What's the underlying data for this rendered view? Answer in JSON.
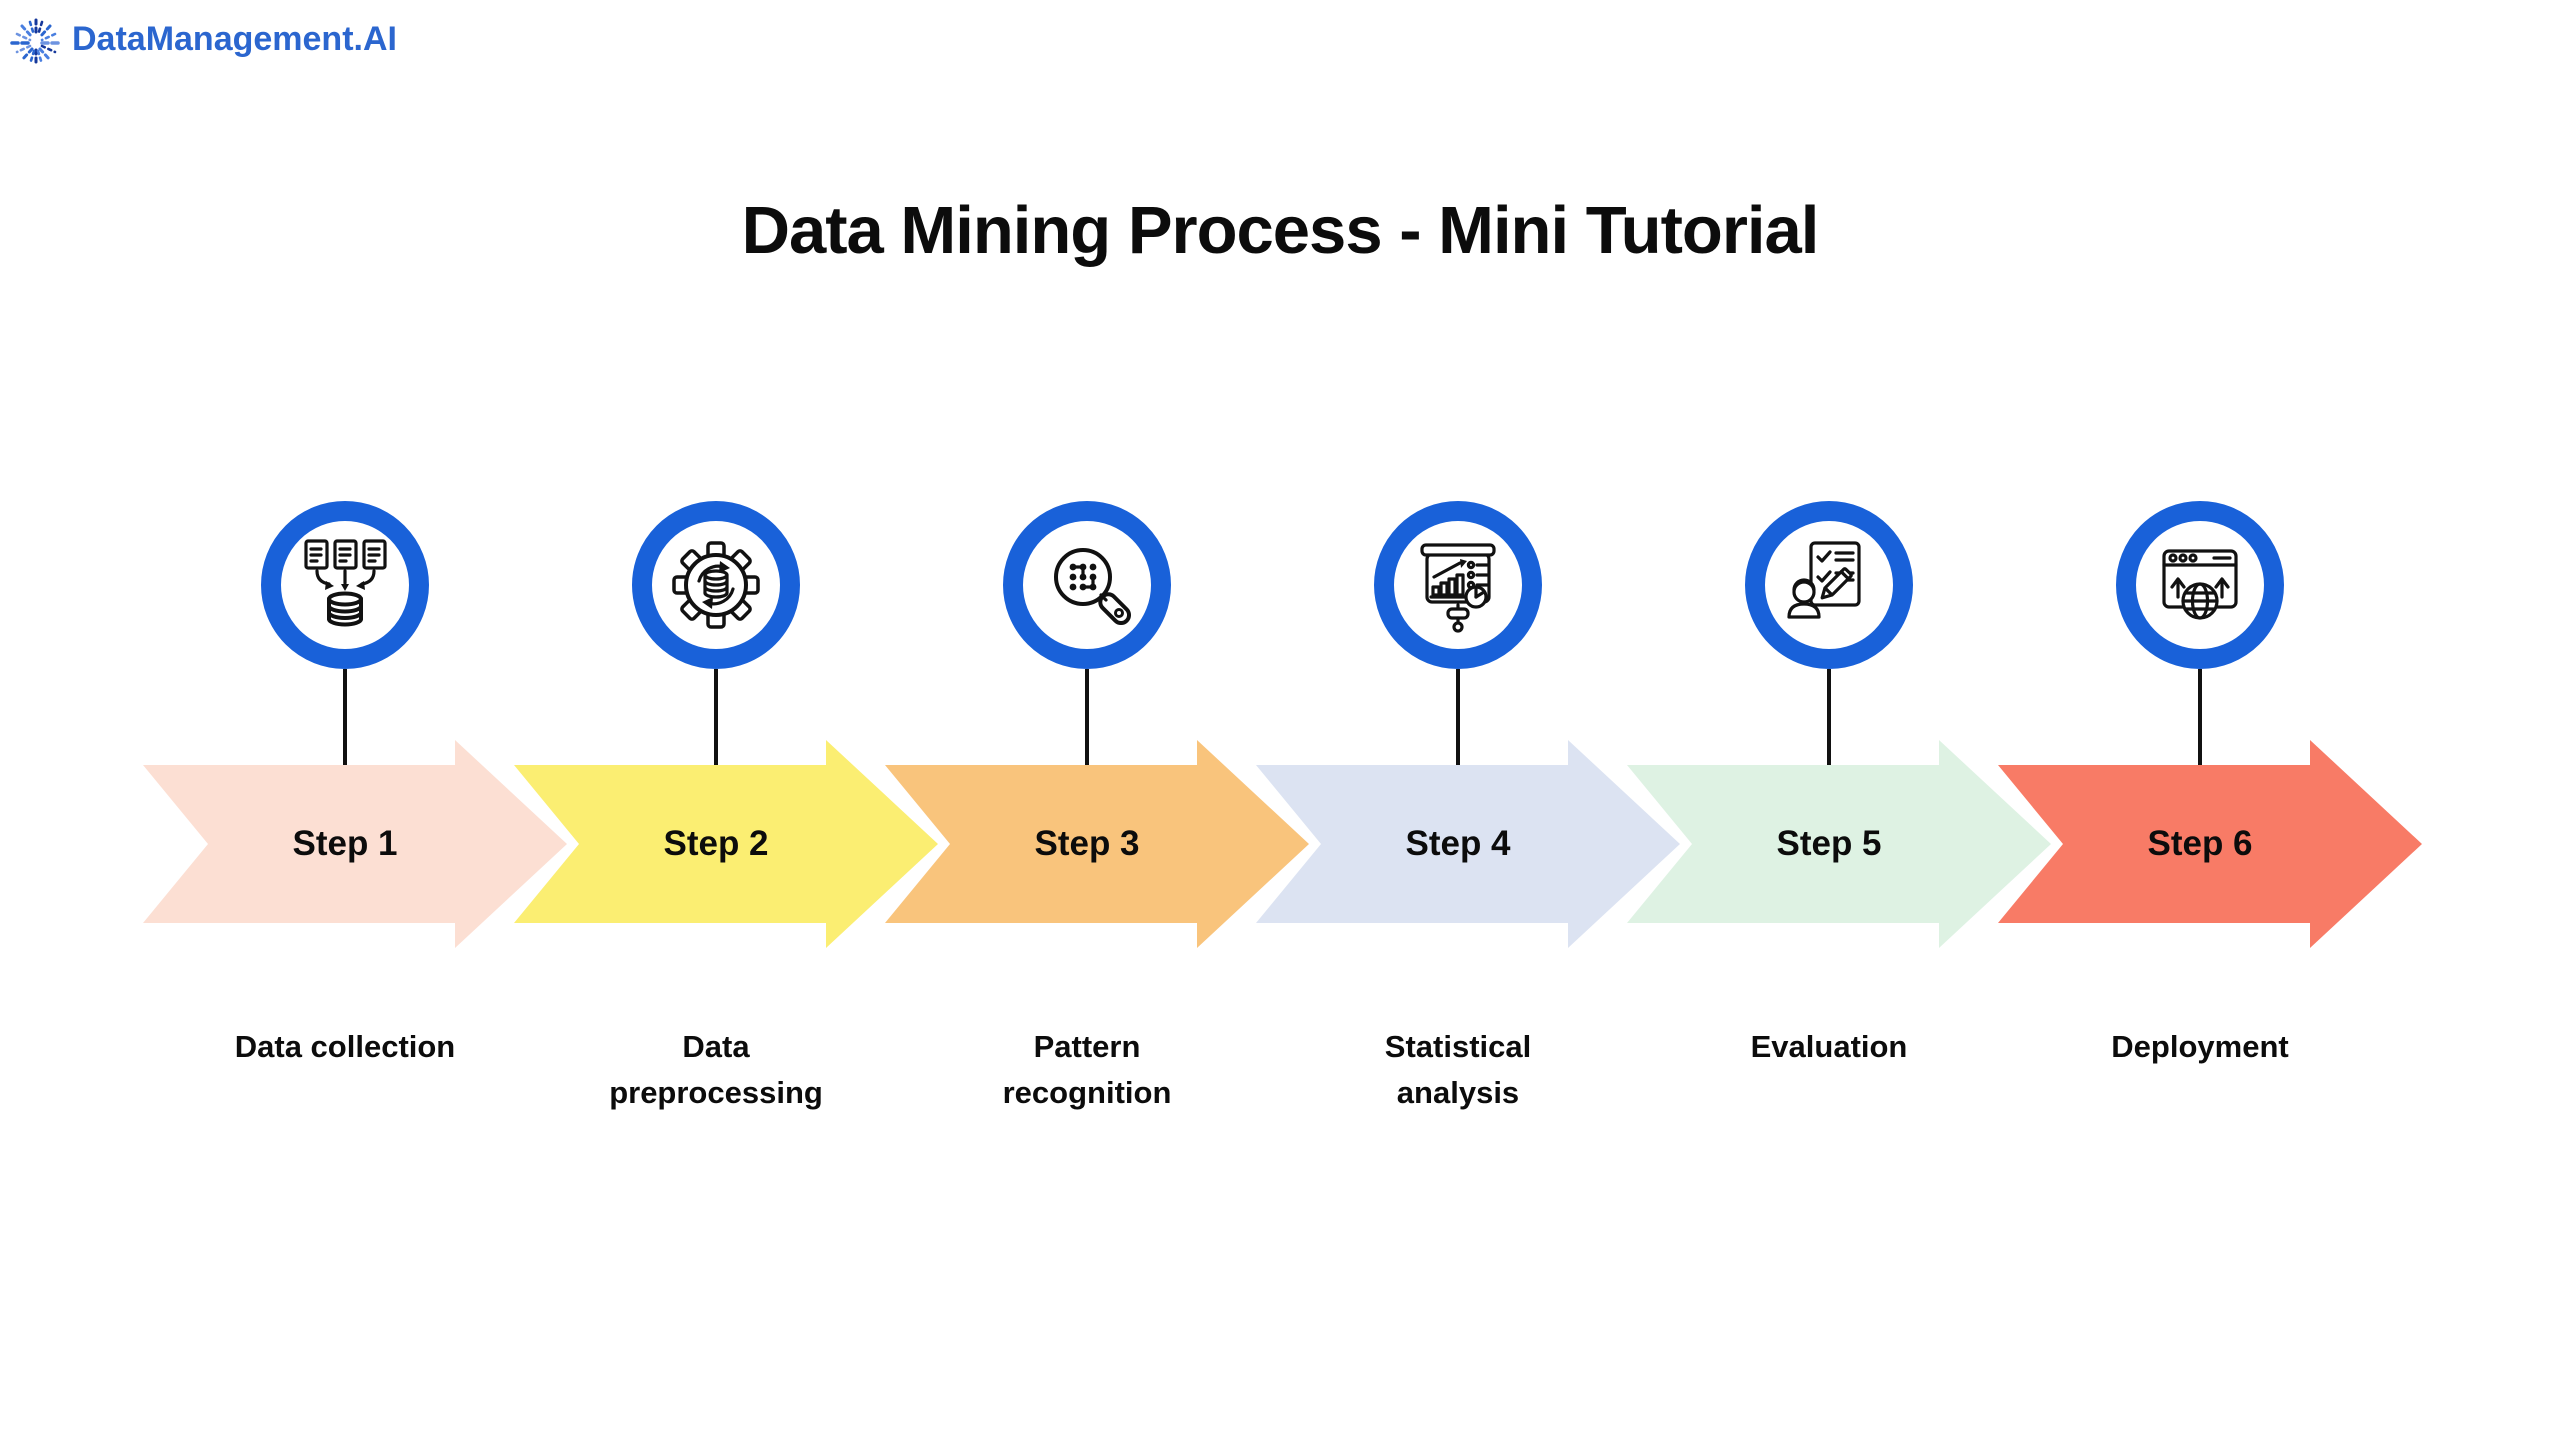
{
  "brand": {
    "name": "DataManagement.AI",
    "color": "#2b66cf",
    "logo_icon": "starburst-icon"
  },
  "title": "Data Mining Process - Mini Tutorial",
  "accent_ring_color": "#1961d9",
  "connector_color": "#111111",
  "steps": [
    {
      "step": "Step 1",
      "label": "Data collection",
      "arrow_color": "#fcdfd3",
      "icon": "documents-to-database-icon"
    },
    {
      "step": "Step 2",
      "label": "Data\npreprocessing",
      "arrow_color": "#fbee72",
      "icon": "gear-database-icon"
    },
    {
      "step": "Step 3",
      "label": "Pattern\nrecognition",
      "arrow_color": "#f9c47c",
      "icon": "magnifier-pattern-icon"
    },
    {
      "step": "Step 4",
      "label": "Statistical\nanalysis",
      "arrow_color": "#dce3f2",
      "icon": "presentation-chart-icon"
    },
    {
      "step": "Step 5",
      "label": "Evaluation",
      "arrow_color": "#def2e3",
      "icon": "checklist-person-icon"
    },
    {
      "step": "Step 6",
      "label": "Deployment",
      "arrow_color": "#f87b66",
      "icon": "browser-globe-icon"
    }
  ]
}
